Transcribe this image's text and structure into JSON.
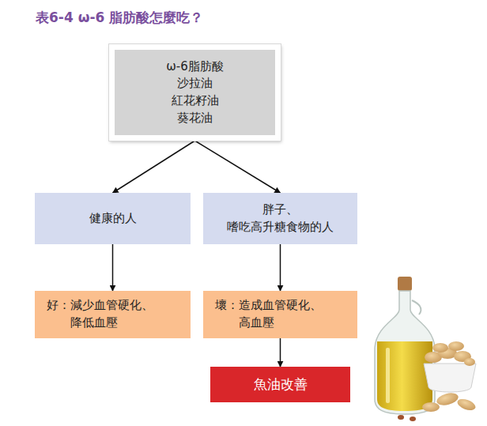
{
  "diagram": {
    "title": "表6-4 ω-6 脂肪酸怎麼吃？",
    "nodes": [
      {
        "text": [
          "ω-6脂肪酸 沙拉油 紅花籽油 葵花油"
        ]
      },
      {
        "text": [
          "健康的人"
        ]
      },
      {
        "text": [
          "胖子、 嗜吃高升糖食物的人"
        ]
      },
      {
        "text": [
          "好：減少血管硬化、 降低血壓"
        ]
      },
      {
        "text": [
          "壞：造成血管硬化、 高血壓"
        ]
      },
      {
        "text": [
          "魚油改善"
        ]
      }
    ],
    "edges": [
      {
        "from": 0,
        "to": 1,
        "arrow": "to"
      },
      {
        "from": 0,
        "to": 2,
        "arrow": "to"
      },
      {
        "from": 1,
        "to": 3,
        "arrow": "to"
      },
      {
        "from": 2,
        "to": 4,
        "arrow": "to"
      },
      {
        "from": 4,
        "to": 5,
        "arrow": "to"
      }
    ]
  }
}
